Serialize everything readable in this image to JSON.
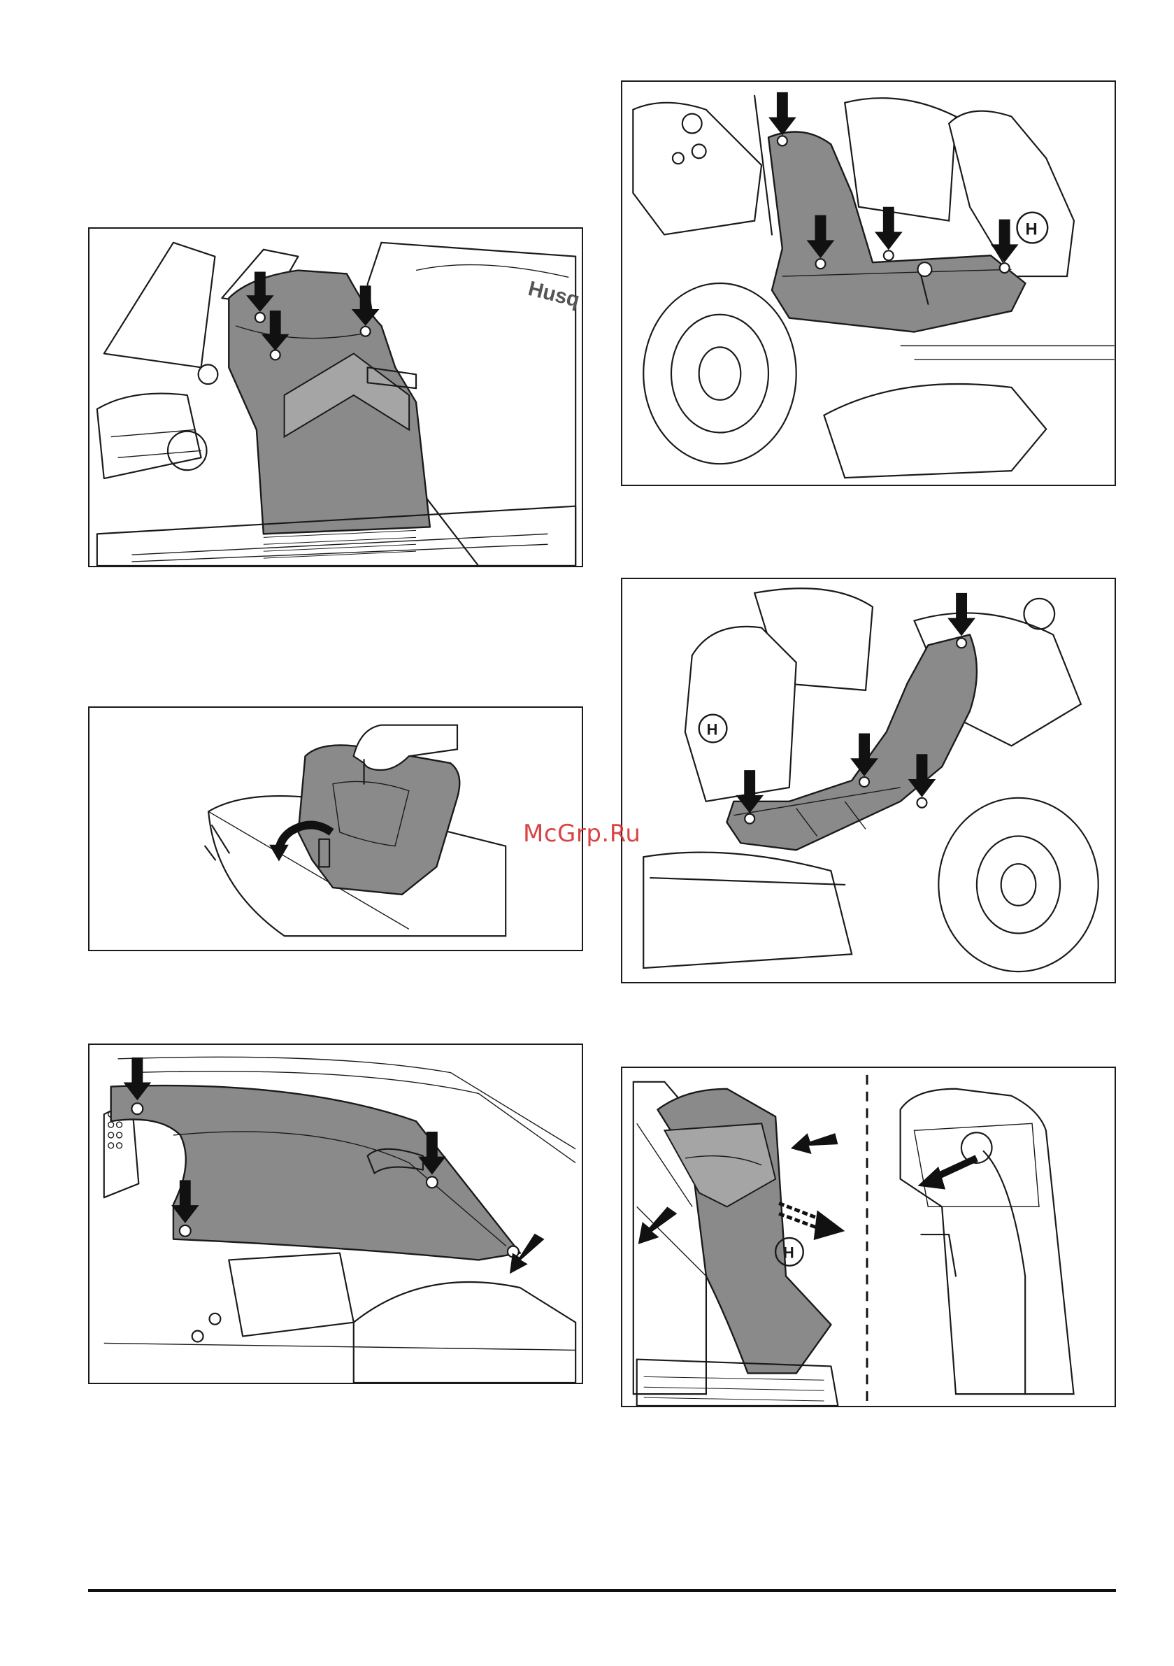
{
  "figures": [
    {
      "id": "fig-engine-cover-screws"
    },
    {
      "id": "fig-cover-lift-off"
    },
    {
      "id": "fig-side-panel-screws"
    },
    {
      "id": "fig-footplate-screws-right"
    },
    {
      "id": "fig-footplate-screws-left"
    },
    {
      "id": "fig-steering-cover-removal"
    }
  ],
  "brand_text": "Husq",
  "watermark": "McGrp.Ru",
  "colors": {
    "cover_fill": "#8a8a8a",
    "outline": "#1a1a1a",
    "watermark": "#d63030"
  },
  "icons": [
    "down-arrow-icon",
    "diagonal-arrow-icon",
    "rotate-arrow-icon",
    "husqvarna-logo-icon",
    "pull-arrow-icon"
  ]
}
